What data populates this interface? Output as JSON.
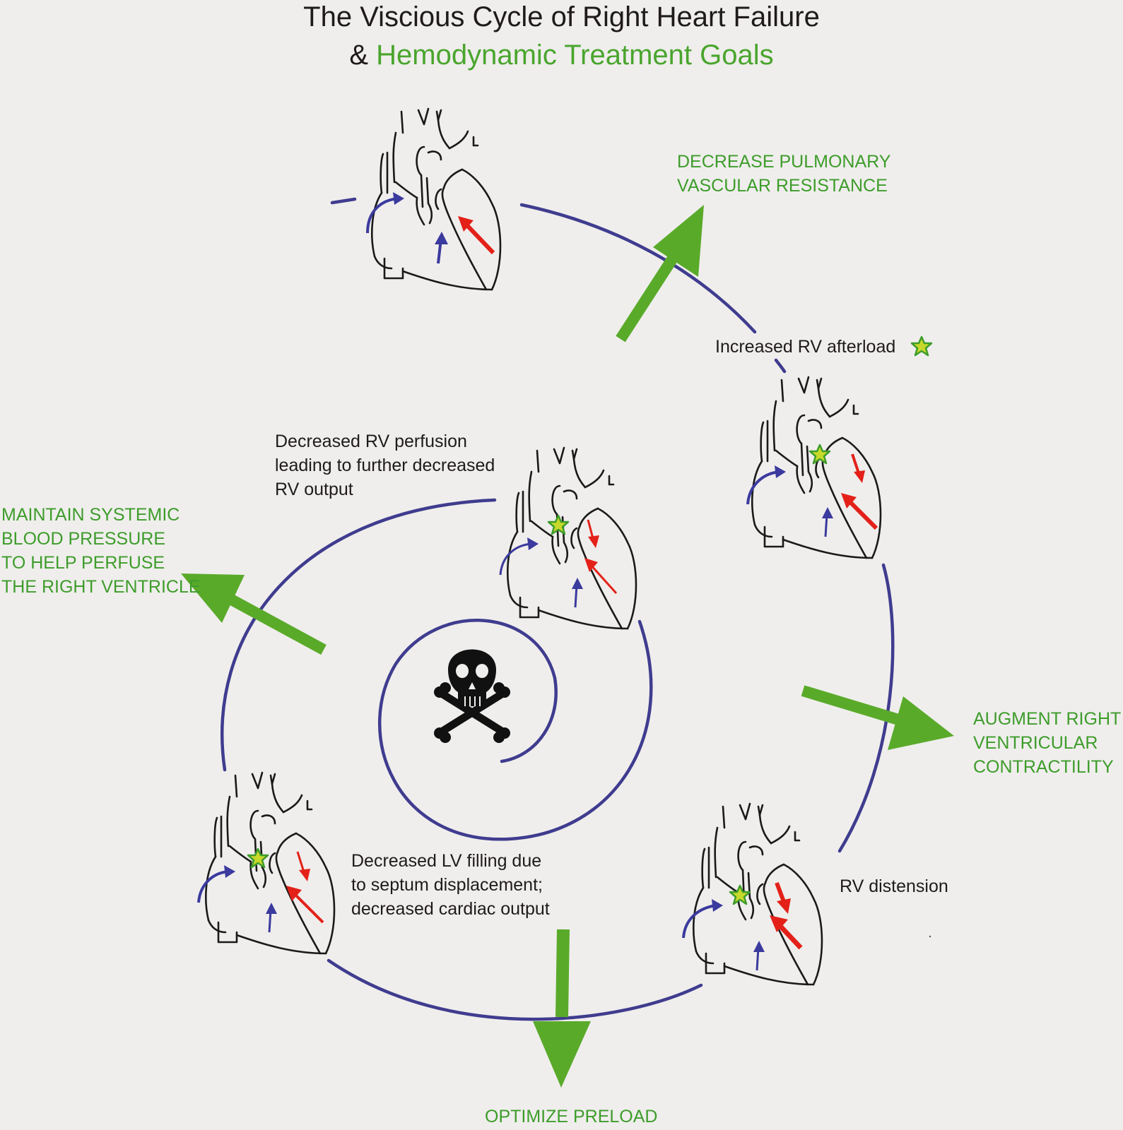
{
  "title": {
    "line1": "The Viscious Cycle of Right Heart Failure",
    "line2_prefix": "& ",
    "line2_green": "Hemodynamic Treatment Goals"
  },
  "stages": {
    "afterload": "Increased RV afterload",
    "distension": "RV distension",
    "lv_filling": [
      "Decreased LV filling due",
      "to septum displacement;",
      "decreased cardiac output"
    ],
    "perfusion": [
      "Decreased RV perfusion",
      "leading to further decreased",
      "RV output"
    ]
  },
  "goals": {
    "pvr": [
      "DECREASE PULMONARY",
      "VASCULAR RESISTANCE"
    ],
    "contractility": [
      "AUGMENT RIGHT",
      "VENTRICULAR",
      "CONTRACTILITY"
    ],
    "preload": "OPTIMIZE PRELOAD",
    "bp": [
      "MAINTAIN SYSTEMIC",
      "BLOOD PRESSURE",
      "TO HELP PERFUSE",
      "THE RIGHT VENTRICLE"
    ]
  },
  "colors": {
    "cycle": "#3f3c8f",
    "goal_arrow": "#5aaa2a",
    "goal_text": "#3e9c2b",
    "red_arrow": "#e32119",
    "blue_arrow": "#3b3a9e",
    "star_fill": "#c7d92a",
    "star_stroke": "#3e9c2b"
  },
  "icons": {
    "center": "skull-crossbones-icon",
    "star": "star-icon",
    "heart": "heart-outline-icon"
  }
}
